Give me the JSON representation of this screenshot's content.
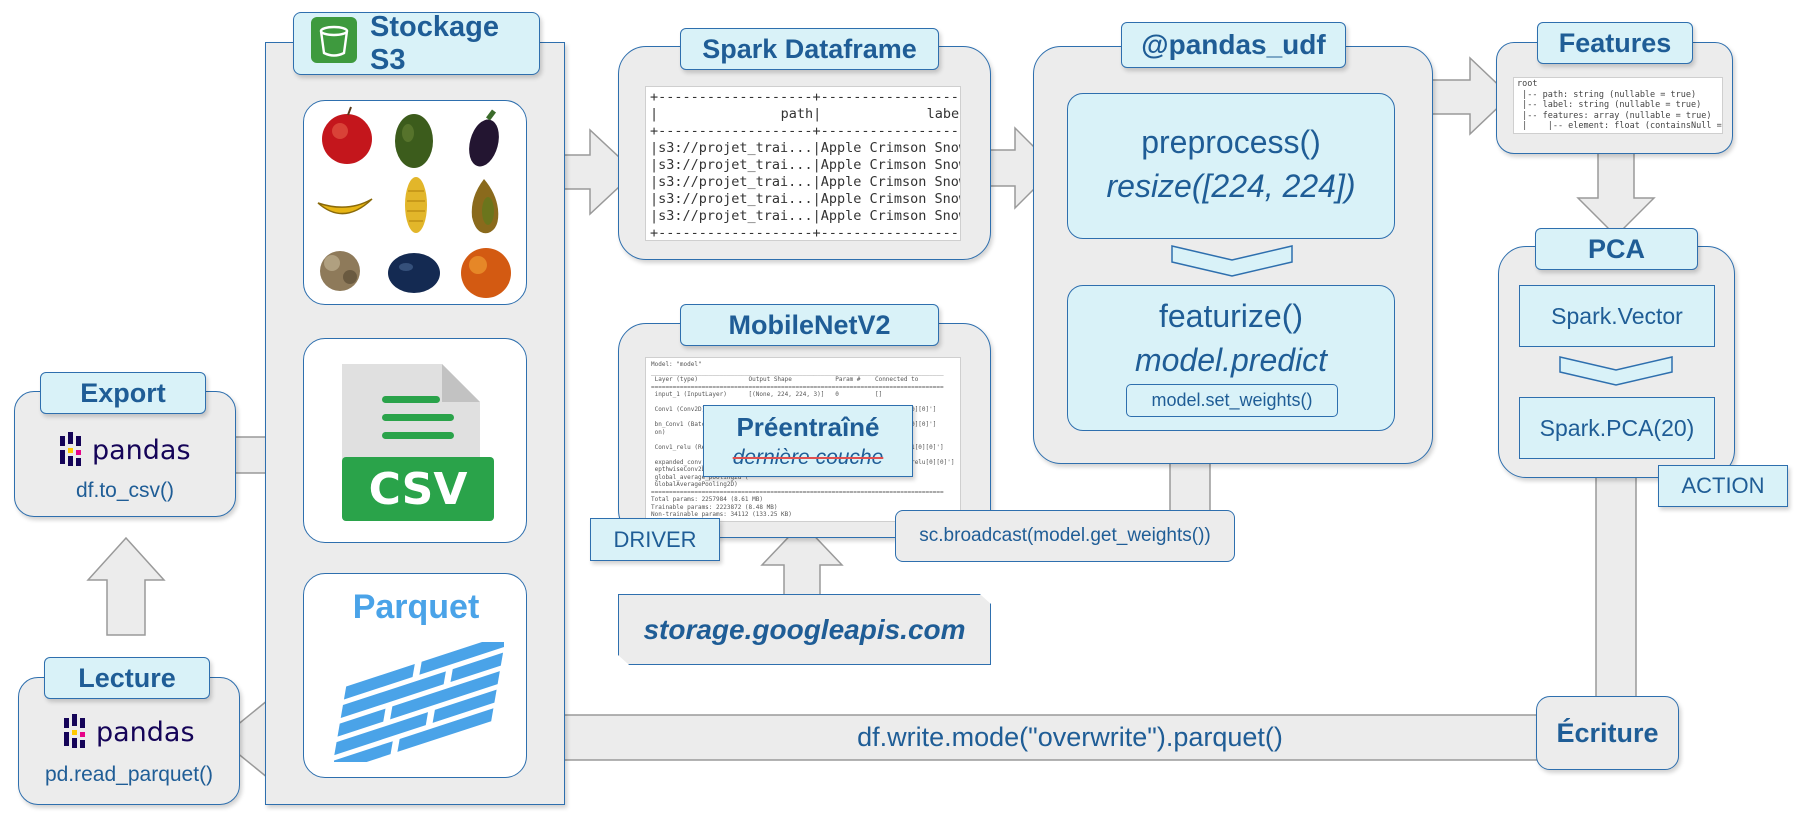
{
  "storage": {
    "title": "Stockage S3"
  },
  "dataframe": {
    "title": "Spark Dataframe",
    "header": [
      "path",
      "label"
    ],
    "rows": [
      [
        "s3://projet_trai...",
        "Apple Crimson Snow"
      ],
      [
        "s3://projet_trai...",
        "Apple Crimson Snow"
      ],
      [
        "s3://projet_trai...",
        "Apple Crimson Snow"
      ],
      [
        "s3://projet_trai...",
        "Apple Crimson Snow"
      ],
      [
        "s3://projet_trai...",
        "Apple Crimson Snow"
      ]
    ]
  },
  "udf": {
    "title": "@pandas_udf",
    "preprocess": "preprocess()",
    "resize": "resize([224, 224])",
    "featurize": "featurize()",
    "predict": "model.predict",
    "set_weights": "model.set_weights()"
  },
  "features": {
    "title": "Features",
    "schema": [
      "root",
      " |-- path: string (nullable = true)",
      " |-- label: string (nullable = true)",
      " |-- features: array (nullable = true)",
      " |    |-- element: float (containsNull = true)"
    ]
  },
  "pca": {
    "title": "PCA",
    "vector": "Spark.Vector",
    "pca20": "Spark.PCA(20)",
    "action": "ACTION"
  },
  "mobilenet": {
    "title": "MobileNetV2",
    "pretrained": "Préentraîné",
    "last_layer": "dernière couche",
    "driver": "DRIVER",
    "broadcast": "sc.broadcast(model.get_weights())",
    "source": "storage.googleapis.com",
    "summary": [
      "Model: \"model\"",
      "_________________________________________________________________________________",
      " Layer (type)              Output Shape            Param #    Connected to",
      "=================================================================================",
      " input_1 (InputLayer)      [(None, 224, 224, 3)]   0          []",
      "",
      " Conv1 (Conv2D)            (None, 112, 112, 32)    864        ['input_1[0][0]']",
      "",
      " bn_Conv1 (BatchNormalizati                                     ['Conv1[0][0]']",
      " on)",
      "",
      " Conv1_relu (ReLU)                                             ['bn_Conv1[0][0]']",
      "",
      " expanded_conv_depthwise (D                                     ['Conv1_relu[0][0]']",
      " epthwiseConv2D)",
      " global_average_pooling2d (",
      " GlobalAveragePooling2D)",
      "=================================================================================",
      "Total params: 2257984 (8.61 MB)",
      "Trainable params: 2223872 (8.48 MB)",
      "Non-trainable params: 34112 (133.25 KB)"
    ]
  },
  "export": {
    "title": "Export",
    "logo_text": "pandas",
    "code": "df.to_csv()"
  },
  "read": {
    "title": "Lecture",
    "logo_text": "pandas",
    "code": "pd.read_parquet()"
  },
  "write": {
    "title": "Écriture",
    "code": "df.write.mode(\"overwrite\").parquet()"
  },
  "files": {
    "csv_label": "CSV",
    "parquet_label": "Parquet"
  },
  "colors": {
    "accent_blue": "#1f5d96",
    "tab_fill": "#d9f2f8",
    "panel_fill": "#ececec",
    "csv_green": "#2aa34a",
    "parquet_blue": "#4aa3e8",
    "pandas_navy": "#150458",
    "pandas_yellow": "#ffca00",
    "pandas_pink": "#e70488"
  }
}
